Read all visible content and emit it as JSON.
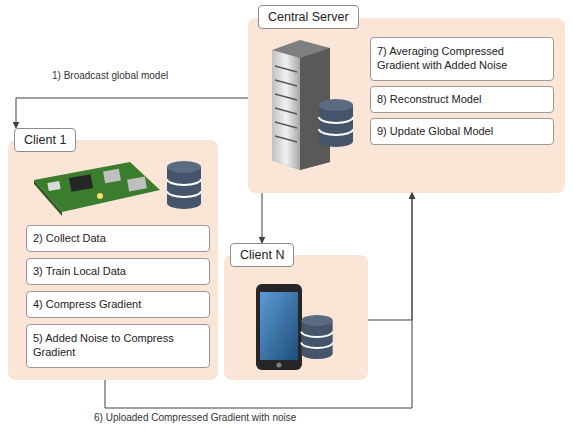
{
  "diagram": {
    "nodes": [
      {
        "text": [
          "Central Server"
        ]
      },
      {
        "text": [
          "7) Averaging Compressed Gradient with Added Noise"
        ],
        "in": 0
      },
      {
        "text": [
          "8) Reconstruct Model"
        ],
        "in": 0
      },
      {
        "text": [
          "9) Update Global Model"
        ],
        "in": 0
      },
      {
        "text": [
          "Client 1"
        ]
      },
      {
        "text": [
          "2) Collect Data"
        ],
        "in": 4
      },
      {
        "text": [
          "3) Train Local Data"
        ],
        "in": 4
      },
      {
        "text": [
          "4) Compress Gradient"
        ],
        "in": 4
      },
      {
        "text": [
          "5) Added Noise to Compress Gradient"
        ],
        "in": 4
      },
      {
        "text": [
          "Client N"
        ]
      }
    ],
    "edges": [
      {
        "from": 0,
        "to": 4,
        "label": "1) Broadcast global model",
        "arrow": "to"
      },
      {
        "from": 0,
        "to": 9,
        "arrow": "to"
      },
      {
        "from": 4,
        "to": 0,
        "label": "6) Uploaded Compressed Gradient with noise",
        "arrow": "to"
      },
      {
        "from": 9,
        "to": 0,
        "arrow": "to"
      }
    ]
  }
}
